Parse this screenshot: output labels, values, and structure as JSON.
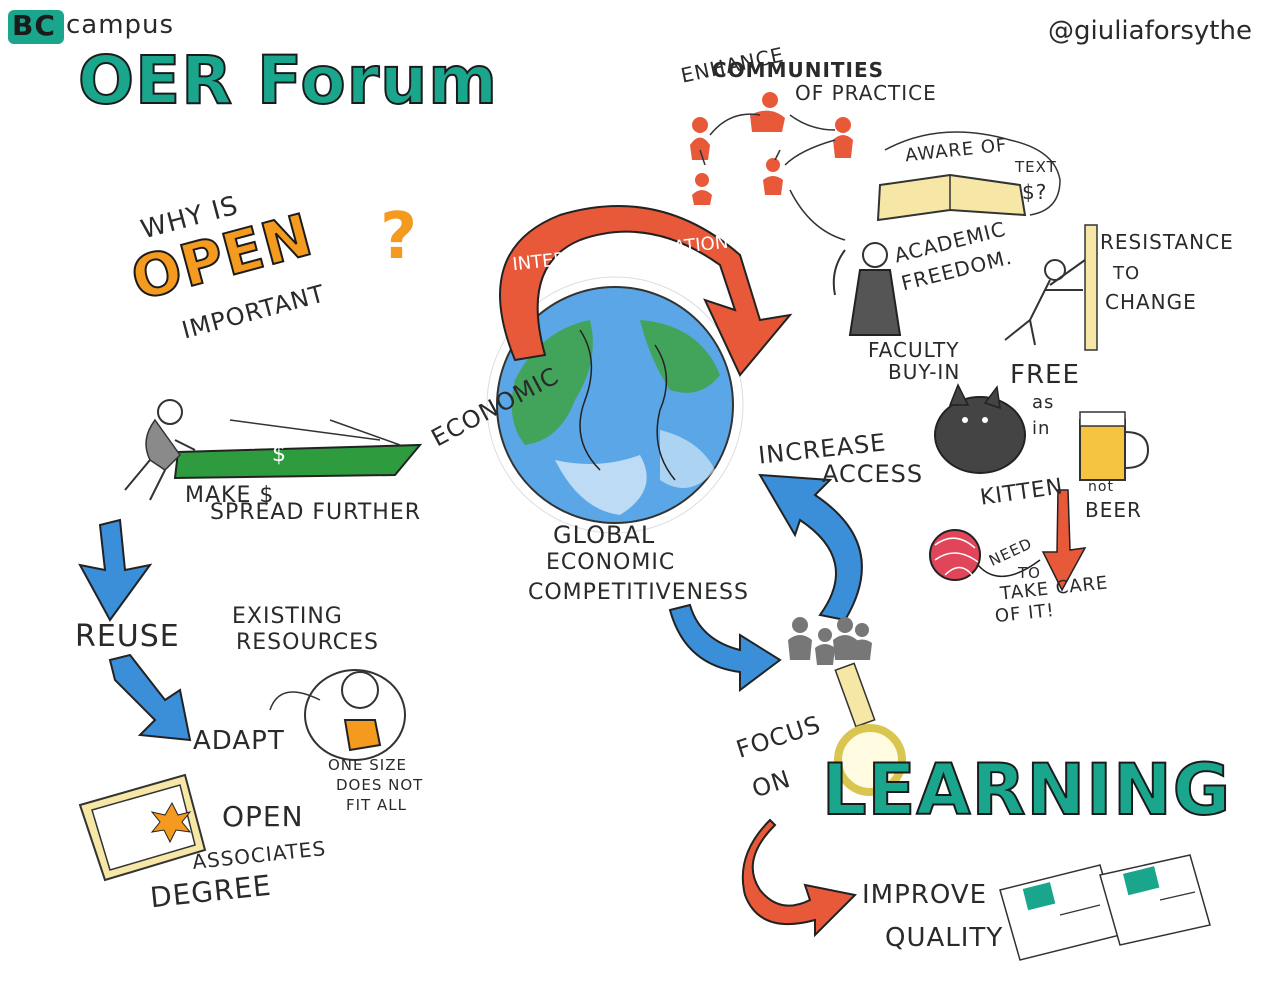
{
  "header": {
    "brand_bc": "BC",
    "brand_campus": "campus",
    "title": "OER Forum",
    "author": "@giuliaforsythe"
  },
  "why_open": {
    "line1": "WHY IS",
    "open": "OPEN",
    "line3": "IMPORTANT",
    "question": "?"
  },
  "left": {
    "economic": "ECONOMIC",
    "money_sign": "$",
    "make": "MAKE $",
    "spread": "SPREAD FURTHER",
    "reuse": "REUSE",
    "existing1": "EXISTING",
    "existing2": "RESOURCES",
    "adapt": "ADAPT",
    "one_size1": "ONE SIZE",
    "one_size2": "DOES NOT",
    "one_size3": "FIT ALL",
    "open_deg": "OPEN",
    "associates": "ASSOCIATES",
    "degree": "DEGREE"
  },
  "center": {
    "internationalization": "INTERNATIONALIZATION",
    "global1": "GLOBAL",
    "global2": "ECONOMIC",
    "global3": "COMPETITIVENESS"
  },
  "top_right": {
    "enhance": "ENHANCE",
    "communities": "COMMUNITIES",
    "of_practice": "OF PRACTICE",
    "aware_of": "AWARE OF",
    "text": "TEXT",
    "text_dollar": "$?",
    "academic1": "ACADEMIC",
    "academic2": "FREEDOM.",
    "faculty1": "FACULTY",
    "faculty2": "BUY-IN",
    "resistance1": "RESISTANCE",
    "resistance2": "TO",
    "resistance3": "CHANGE"
  },
  "free": {
    "free": "FREE",
    "as": "as",
    "in": "in",
    "kitten": "KITTEN",
    "not": "not",
    "beer": "BEER",
    "need1": "NEED",
    "need2": "TO",
    "need3": "TAKE CARE",
    "need4": "OF IT!"
  },
  "bottom_right": {
    "increase1": "INCREASE",
    "increase2": "ACCESS",
    "focus1": "FOCUS",
    "focus2": "ON",
    "learning": "LEARNING",
    "improve1": "IMPROVE",
    "improve2": "QUALITY"
  },
  "colors": {
    "teal": "#1aa58d",
    "orange": "#f39a1f",
    "red": "#e8593a",
    "blue": "#3b8fd9",
    "green": "#2e9b3f",
    "yellow": "#f6e7a6"
  }
}
